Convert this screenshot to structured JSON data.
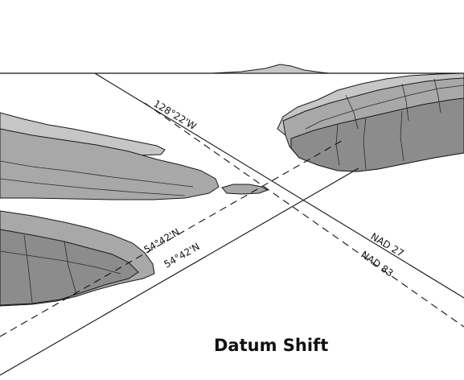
{
  "labels": {
    "longitude": "128°22'W",
    "latitude_nad27": "54°42'N",
    "latitude_nad83": "54°42'N",
    "datum_nad27": "NAD 27",
    "datum_nad83": "NAD 83",
    "title": "Datum Shift"
  }
}
